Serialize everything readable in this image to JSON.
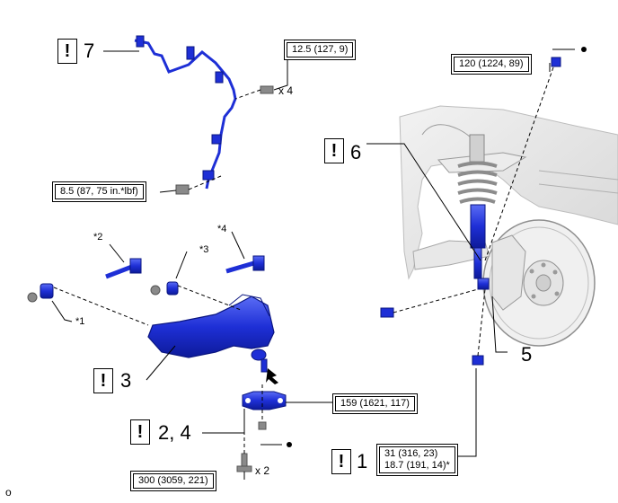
{
  "parts": {
    "p7": "7",
    "p6": "6",
    "p5": "5",
    "p3": "3",
    "p24": "2, 4",
    "p1": "1"
  },
  "warning_symbol": "!",
  "torques": {
    "t1": "12.5 (127, 9)",
    "t2": "120 (1224, 89)",
    "t3": "8.5 (87, 75 in.*lbf)",
    "t4": "159 (1621, 117)",
    "t5a": "31 (316, 23)",
    "t5b": "18.7 (191, 14)*",
    "t6": "300 (3059, 221)"
  },
  "qty": {
    "q4": "x 4",
    "q2": "x 2"
  },
  "callouts": {
    "c1": "*1",
    "c2": "*2",
    "c3": "*3",
    "c4": "*4"
  },
  "corner": "o",
  "colors": {
    "part_blue": "#1e2fd6",
    "line": "#000000"
  }
}
